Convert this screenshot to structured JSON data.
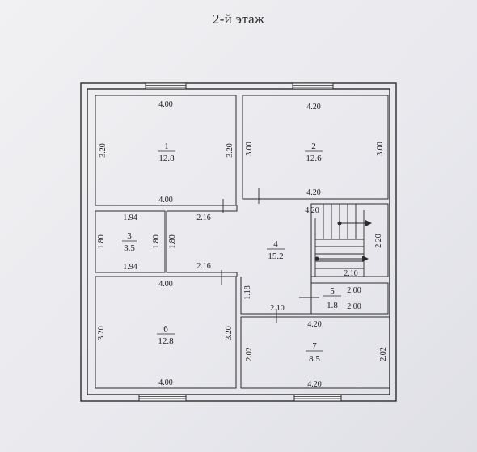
{
  "title": "2-й этаж",
  "rooms": [
    {
      "number": "1",
      "area": "12.8",
      "dims": {
        "top": "4.00",
        "bottom": "4.00",
        "left": "3.20",
        "right": "3.20"
      }
    },
    {
      "number": "2",
      "area": "12.6",
      "dims": {
        "top": "4.20",
        "bottom": "4.20",
        "left": "3.00",
        "right": "3.00"
      }
    },
    {
      "number": "3",
      "area": "3.5",
      "dims": {
        "top": "1.94",
        "bottom": "1.94",
        "left": "1.80",
        "right": "1.80"
      }
    },
    {
      "number": "4",
      "area": "15.2",
      "dims": {
        "top_left": "2.16",
        "bottom_left": "2.16",
        "top_right": "4.20",
        "right": "2.20",
        "stair_width": "2.10",
        "bottom": "2.10",
        "left_lower": "1.18"
      }
    },
    {
      "number": "5",
      "area": "1.8",
      "dims": {
        "top": "2.00",
        "bottom": "2.00"
      }
    },
    {
      "number": "6",
      "area": "12.8",
      "dims": {
        "top": "4.00",
        "bottom": "4.00",
        "left": "3.20",
        "right": "3.20"
      }
    },
    {
      "number": "7",
      "area": "8.5",
      "dims": {
        "top": "4.20",
        "bottom": "4.20",
        "left": "2.02",
        "right": "2.02"
      }
    }
  ]
}
